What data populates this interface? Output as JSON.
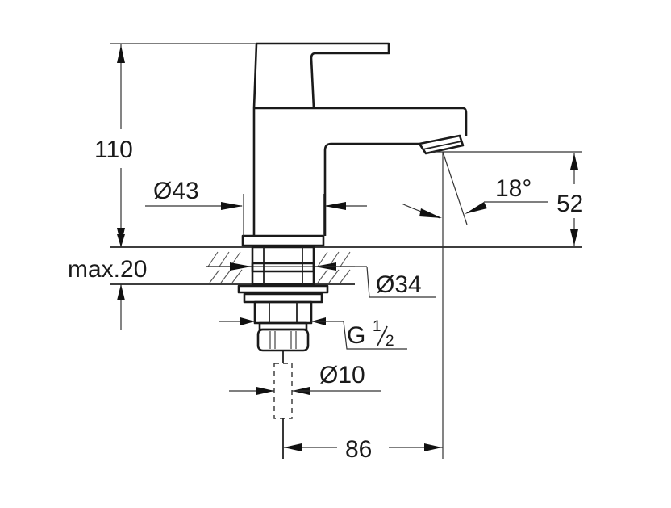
{
  "drawing": {
    "title": "Basin tap dimension drawing",
    "line_color": "#1a1a1a",
    "background": "#ffffff"
  },
  "dimensions": {
    "height": "110",
    "body_diameter": "Ø43",
    "spout_angle": "18°",
    "spout_height": "52",
    "max_deck_thickness": "max.20",
    "hole_diameter": "Ø34",
    "thread_prefix": "G",
    "thread_num": "1",
    "thread_den": "2",
    "pipe_diameter": "Ø10",
    "projection": "86"
  }
}
